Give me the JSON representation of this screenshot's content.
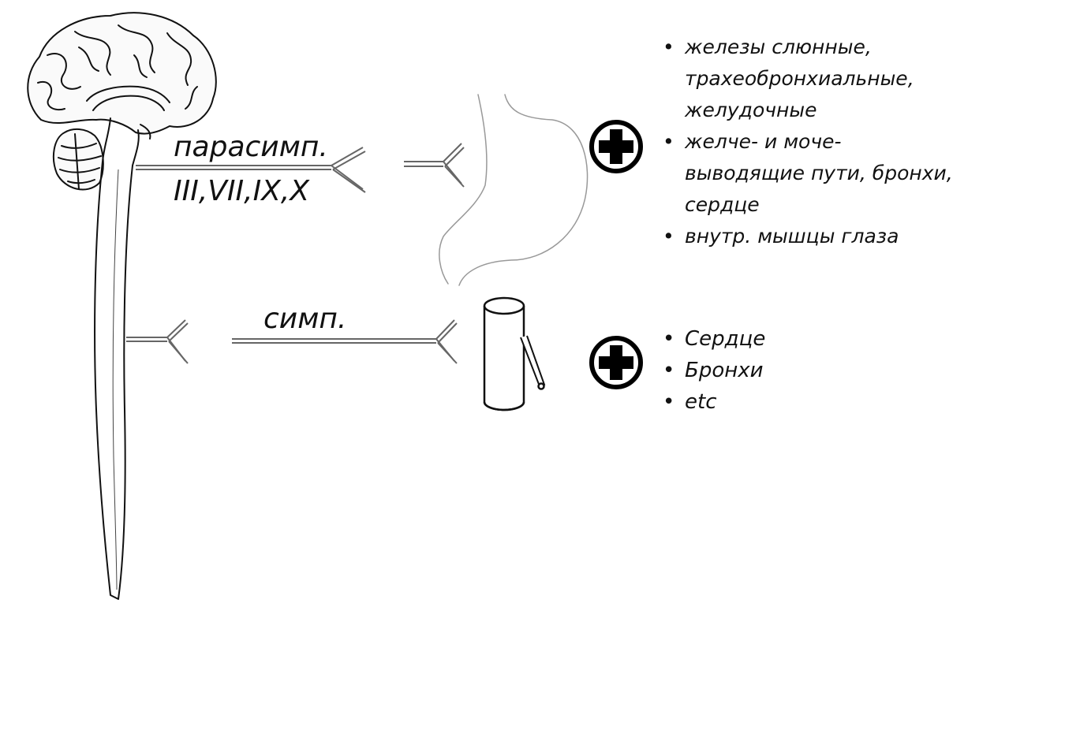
{
  "parasympathetic": {
    "label": "парасимп.",
    "nerves": "III,VII,IX,X",
    "effects": [
      "железы слюнные, трахеобронхиальные, желудочные",
      "желче- и моче- выводящие пути, бронхи, сердце",
      "внутр. мышцы глаза"
    ]
  },
  "sympathetic": {
    "label": "симп.",
    "effects": [
      "Сердце",
      "Бронхи",
      "etc"
    ]
  },
  "icons": {
    "brain": "brain-icon",
    "spinal_cord": "spinal-cord-icon",
    "stomach": "stomach-icon",
    "vessel": "blood-vessel-icon",
    "effect_sign": "plus-circle-icon"
  }
}
